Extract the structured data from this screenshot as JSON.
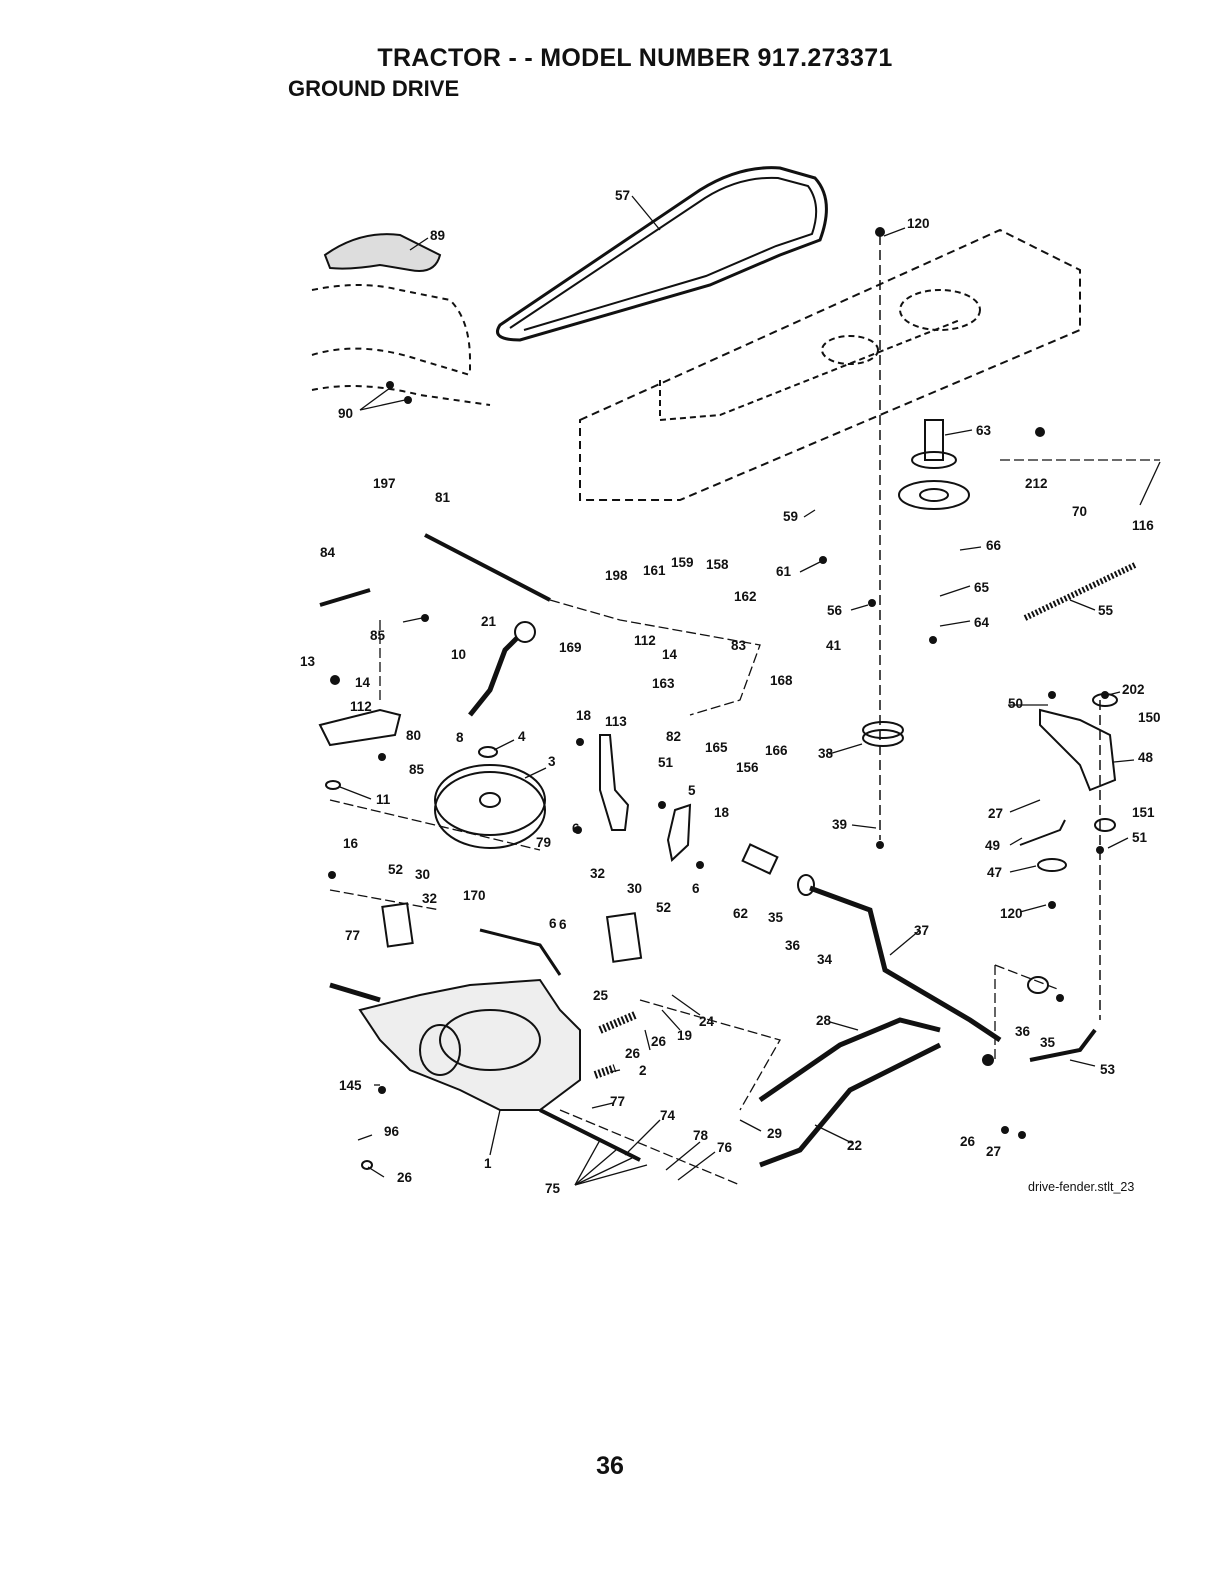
{
  "header": {
    "title": "TRACTOR - - MODEL NUMBER  917.273371",
    "subtitle": "GROUND DRIVE"
  },
  "callouts": [
    "57",
    "120",
    "89",
    "90",
    "63",
    "212",
    "70",
    "116",
    "197",
    "81",
    "59",
    "66",
    "61",
    "84",
    "198",
    "161",
    "159",
    "158",
    "162",
    "56",
    "65",
    "64",
    "55",
    "21",
    "169",
    "112",
    "14",
    "85",
    "10",
    "83",
    "41",
    "163",
    "168",
    "13",
    "14",
    "112",
    "82",
    "8",
    "80",
    "165",
    "156",
    "166",
    "50",
    "202",
    "150",
    "18",
    "113",
    "4",
    "85",
    "51",
    "38",
    "48",
    "3",
    "11",
    "5",
    "18",
    "27",
    "151",
    "6",
    "39",
    "51",
    "6",
    "79",
    "16",
    "49",
    "62",
    "47",
    "52",
    "30",
    "32",
    "30",
    "6",
    "35",
    "36",
    "120",
    "170",
    "32",
    "52",
    "37",
    "34",
    "77",
    "6",
    "25",
    "24",
    "36",
    "35",
    "19",
    "26",
    "28",
    "145",
    "26",
    "2",
    "53",
    "77",
    "74",
    "29",
    "96",
    "78",
    "22",
    "26",
    "27",
    "76",
    "1",
    "26",
    "75"
  ],
  "footer": {
    "filename": "drive-fender.stlt_23",
    "page_number": "36"
  }
}
